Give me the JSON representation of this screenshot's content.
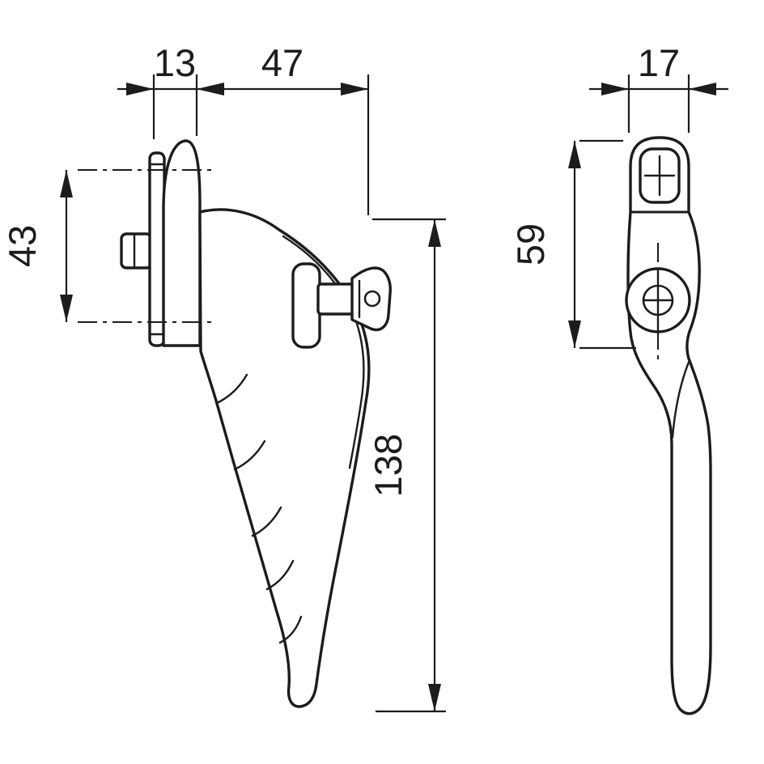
{
  "drawing": {
    "background_color": "#ffffff",
    "line_color": "#1c1c1c",
    "views": {
      "side_view": "window handle side profile with backplate, spindle and key",
      "front_view": "window handle front profile with screw cap and key cylinder"
    },
    "dimensions": {
      "plate_offset": "13",
      "projection": "47",
      "fixing_centres": "43",
      "overall_length": "138",
      "handle_width": "17",
      "neck_height": "59"
    }
  }
}
